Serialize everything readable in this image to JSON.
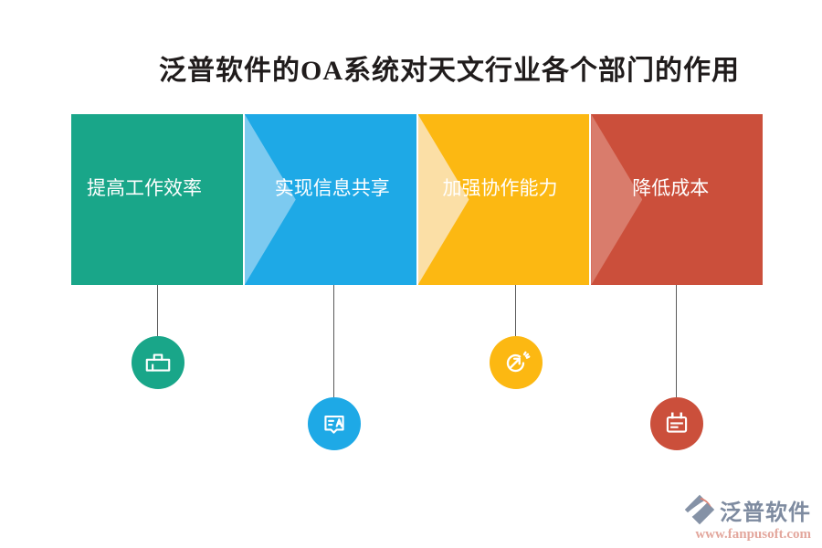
{
  "title": "泛普软件的OA系统对天文行业各个部门的作用",
  "blocks": [
    {
      "label": "提高工作效率",
      "color": "#19a689",
      "chevron": null,
      "icon": "toolbox-icon"
    },
    {
      "label": "实现信息共享",
      "color": "#1ea9e6",
      "chevron": "#7ccaf0",
      "icon": "chat-translate-icon"
    },
    {
      "label": "加强协作能力",
      "color": "#fcb812",
      "chevron": "#fbdfa6",
      "icon": "collab-refresh-icon"
    },
    {
      "label": "降低成本",
      "color": "#cb4f3b",
      "chevron": "#d97c6c",
      "icon": "calendar-icon"
    }
  ],
  "connector_color": "#5a5a5a",
  "title_color": "#201c1c",
  "footer": {
    "brand": "泛普软件",
    "url": "www.fanpusoft.com",
    "brand_color": "#7e8ba0",
    "url_color": "#e3a79d",
    "mark_gray": "#8592a6",
    "mark_salmon": "#df8273"
  }
}
